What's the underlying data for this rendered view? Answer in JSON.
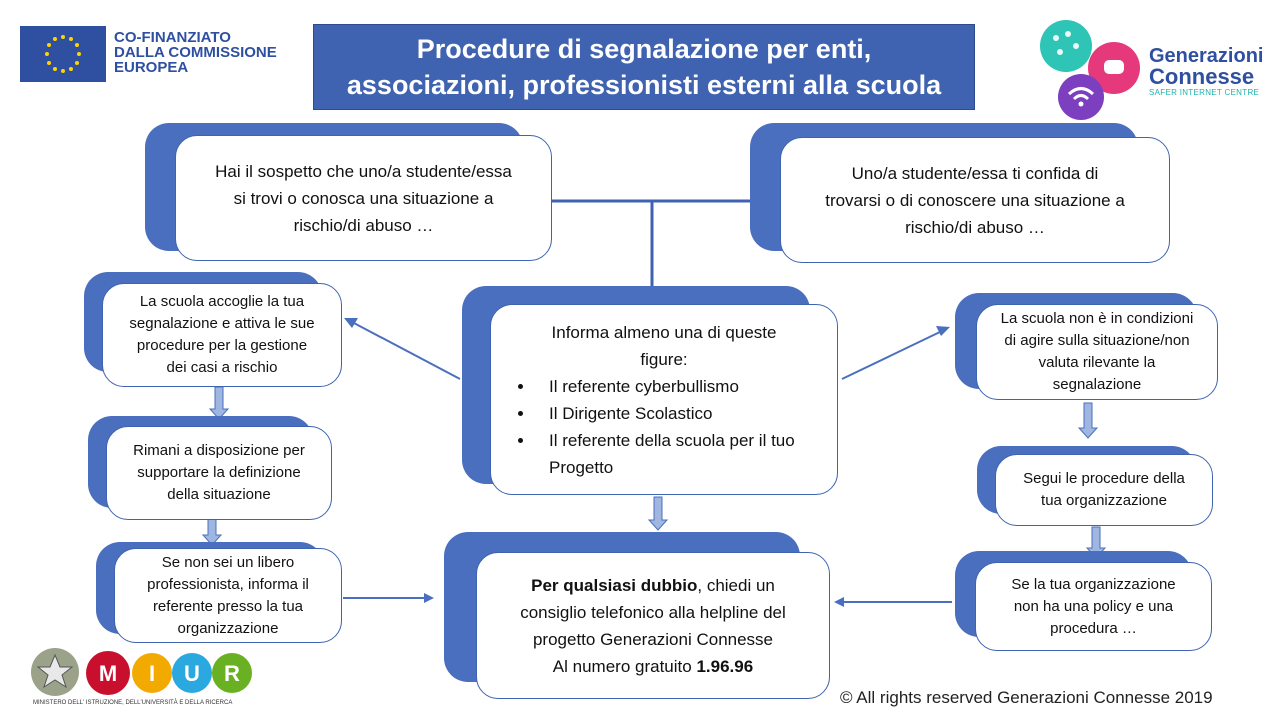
{
  "header": {
    "eu_lines": [
      "CO-FINANZIATO",
      "DALLA COMMISSIONE",
      "EUROPEA"
    ],
    "title_lines": [
      "Procedure di segnalazione per enti,",
      "associazioni, professionisti esterni alla scuola"
    ],
    "brand_line1": "Generazioni",
    "brand_line2": "Connesse",
    "brand_tagline": "SAFER INTERNET CENTRE"
  },
  "top_left": [
    "Hai il sospetto che uno/a studente/essa",
    "si trovi o conosca una situazione a",
    "rischio/di abuso …"
  ],
  "top_right": [
    "Uno/a studente/essa ti confida di",
    "trovarsi o di conoscere una situazione a",
    "rischio/di abuso …"
  ],
  "center": {
    "intro_lines": [
      "Informa almeno una di queste",
      "figure:"
    ],
    "bullets": [
      "Il referente cyberbullismo",
      "Il Dirigente Scolastico",
      "Il referente della scuola per il tuo Progetto"
    ]
  },
  "left_col": [
    [
      "La scuola accoglie la tua",
      "segnalazione e attiva le sue",
      "procedure per la gestione",
      "dei casi a rischio"
    ],
    [
      "Rimani a disposizione per",
      "supportare la definizione",
      "della situazione"
    ],
    [
      "Se non sei un libero",
      "professionista, informa il",
      "referente presso la tua",
      "organizzazione"
    ]
  ],
  "right_col": [
    [
      "La scuola non è in condizioni",
      "di agire sulla situazione/non",
      "valuta rilevante la",
      "segnalazione"
    ],
    [
      "Segui le procedure della",
      "tua organizzazione"
    ],
    [
      "Se la tua organizzazione",
      "non ha una policy e una",
      "procedura …"
    ]
  ],
  "helpline": {
    "bold_part": "Per qualsiasi dubbio",
    "rest_line1": ", chiedi un",
    "line2": "consiglio telefonico alla helpline  del",
    "line3": "progetto Generazioni Connesse",
    "line4_prefix": "Al numero gratuito ",
    "number": "1.96.96"
  },
  "footer": {
    "copyright": "© All rights reserved Generazioni Connesse  2019",
    "ministry": "MINISTERO DELL' ISTRUZIONE, DELL'UNIVERSITÀ E DELLA RICERCA",
    "miur_letters": [
      "M",
      "I",
      "U",
      "R"
    ]
  },
  "colors": {
    "accent": "#3f63b0",
    "tab": "#4a6fbe",
    "arrow": "#9fb6e0"
  }
}
